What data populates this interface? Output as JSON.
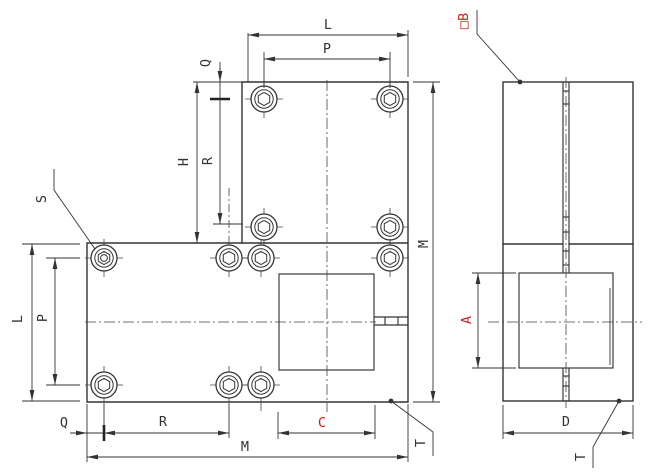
{
  "drawing": {
    "title": "step-block technical drawing, front and side views",
    "colors": {
      "line": "#333333",
      "accent_red": "#cc2020",
      "background": "#ffffff"
    },
    "icons": {
      "screw": "hex-socket-cap-screw",
      "leader_dot": "leader-endpoint-dot"
    },
    "front_view": {
      "dims": {
        "L_top": "L",
        "P_top": "P",
        "Q_top": "Q",
        "H": "H",
        "R_right": "R",
        "L_left": "L",
        "P_left": "P",
        "Q_bottom": "Q",
        "R_bottom": "R",
        "M_bottom": "M",
        "C_pocket": "C",
        "M_height": "M"
      },
      "callouts": {
        "S": "S",
        "T": "T"
      }
    },
    "side_view": {
      "dims": {
        "A_boss": "A",
        "D_depth": "D"
      },
      "callouts": {
        "B": "□B",
        "T": "T"
      }
    }
  }
}
